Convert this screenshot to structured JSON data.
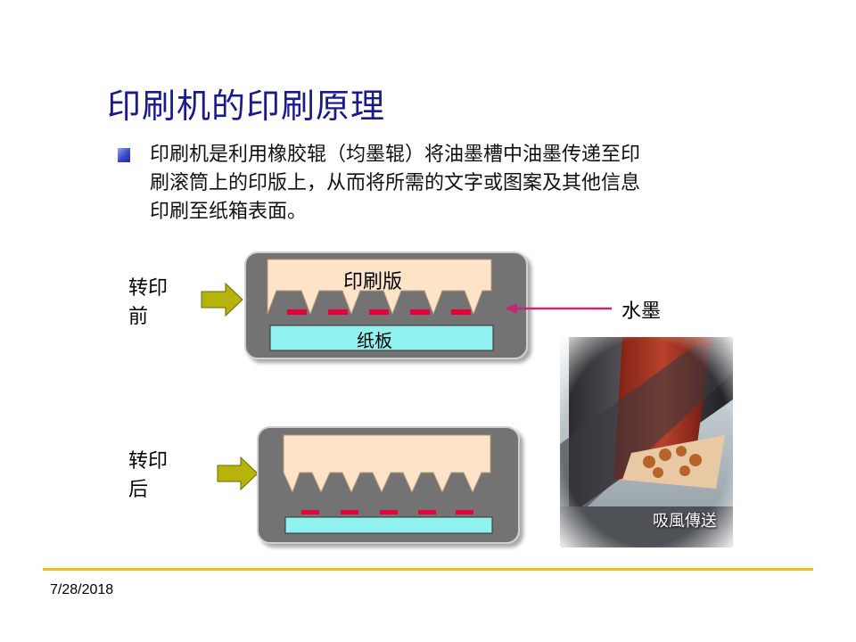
{
  "slide": {
    "title": "印刷机的印刷原理",
    "bullet_lines": [
      "印刷机是利用橡胶辊（均墨辊）将油墨槽中油墨传递至印",
      "刷滚筒上的印版上，从而将所需的文字或图案及其他信息",
      "印刷至纸箱表面。"
    ]
  },
  "diagram_before": {
    "label_line1": "转印",
    "label_line2": "前",
    "plate_label": "印刷版",
    "board_label": "纸板",
    "ink_label": "水墨"
  },
  "diagram_after": {
    "label_line1": "转印",
    "label_line2": "后"
  },
  "photo": {
    "watermark": "吸風傳送"
  },
  "footer": {
    "date": "7/28/2018"
  },
  "colors": {
    "title": "#1a1a8c",
    "frame": "#737373",
    "plate": "#fde3c7",
    "board": "#8ff2ee",
    "ink": "#e8003a",
    "arrow": "#b6b40a",
    "ink_arrow": "#c2287a",
    "footer_line": "#f2bf16"
  }
}
